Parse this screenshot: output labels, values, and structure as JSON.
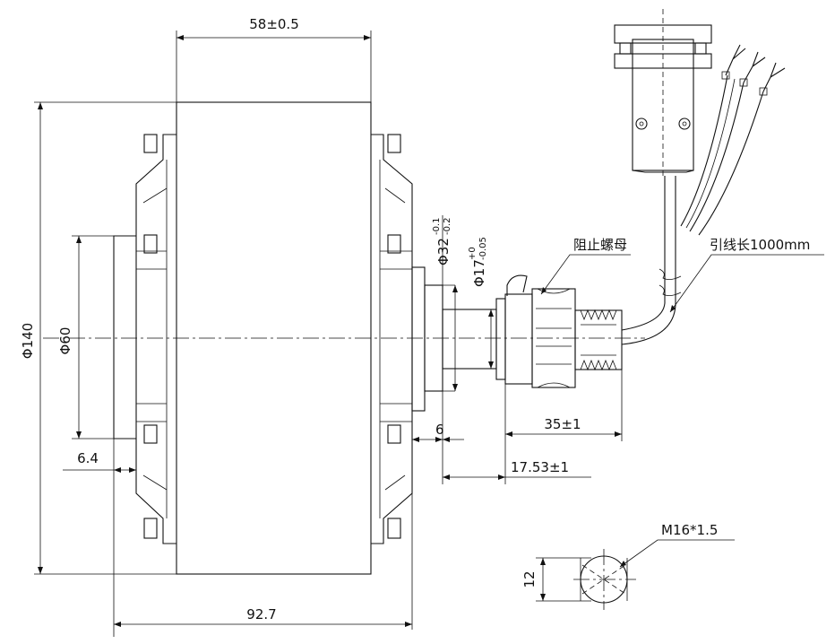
{
  "dimensions": {
    "width_58": "58±0.5",
    "dia_140": "Φ140",
    "dia_60": "Φ60",
    "dia_32": "Φ32",
    "dia_32_tol_upper": "-0.1",
    "dia_32_tol_lower": "-0.2",
    "dia_17": "Φ17",
    "dia_17_tol_upper": "+0",
    "dia_17_tol_lower": "-0.05",
    "offset_6_4": "6.4",
    "length_92_7": "92.7",
    "step_6": "6",
    "length_35": "35±1",
    "length_17_53": "17.53±1",
    "thread": "M16*1.5",
    "flat_12": "12"
  },
  "labels": {
    "lock_nut": "阻止螺母",
    "lead_length": "引线长1000mm"
  }
}
